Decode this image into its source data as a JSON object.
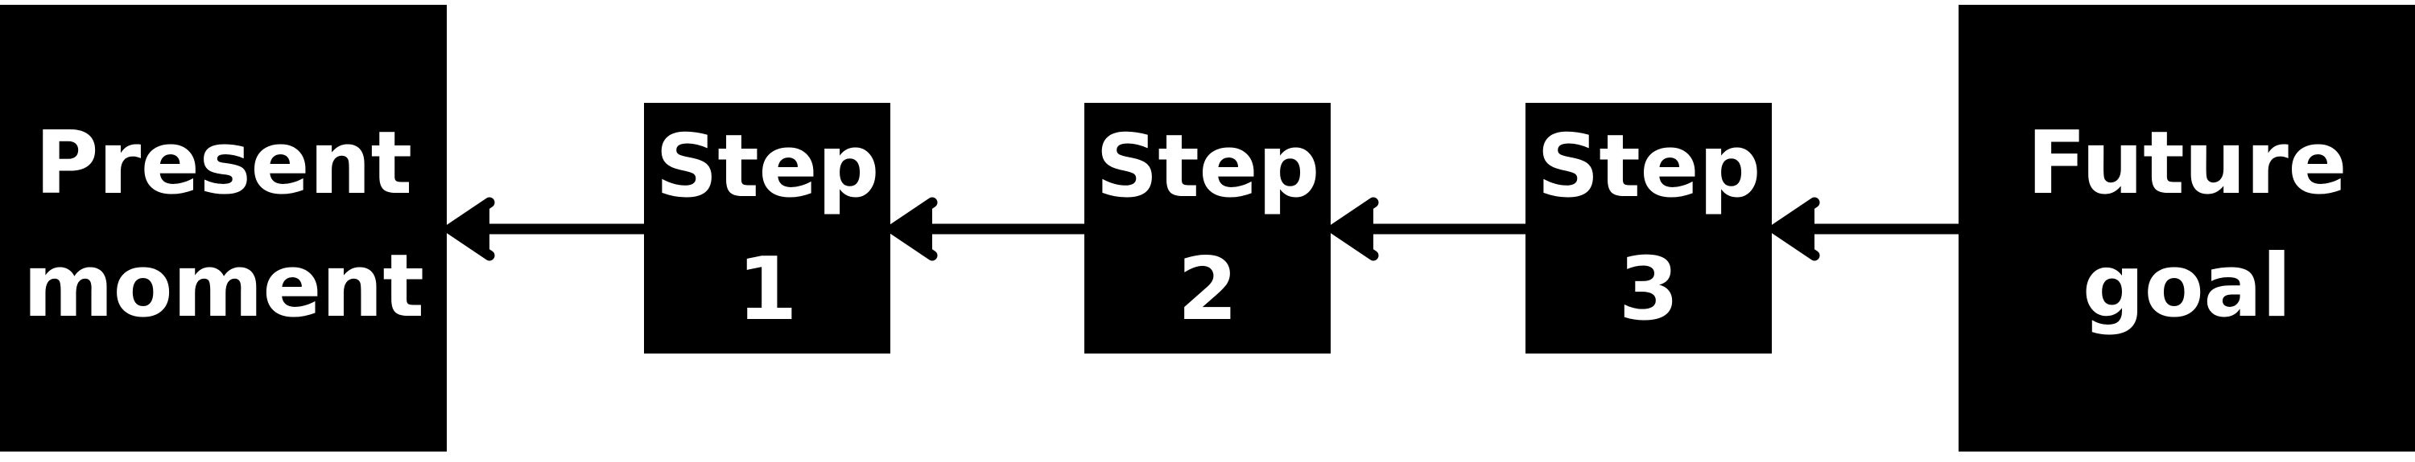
{
  "diagram": {
    "title": "Reverse goal planning timeline",
    "orientation": "right-to-left",
    "background_color": "#ffffff",
    "node_fill_color": "#000000",
    "node_text_color": "#ffffff",
    "arrow_color": "#000000"
  },
  "nodes": [
    {
      "id": "present-moment",
      "type": "terminal",
      "line1": "Present",
      "line2": "moment"
    },
    {
      "id": "step-1",
      "type": "step",
      "line1": "Step",
      "line2": "1"
    },
    {
      "id": "step-2",
      "type": "step",
      "line1": "Step",
      "line2": "2"
    },
    {
      "id": "step-3",
      "type": "step",
      "line1": "Step",
      "line2": "3"
    },
    {
      "id": "future-goal",
      "type": "terminal",
      "line1": "Future",
      "line2": "goal"
    }
  ],
  "connectors": [
    {
      "id": "arrow-step1-to-present",
      "from": "step-1",
      "to": "present-moment",
      "direction": "left"
    },
    {
      "id": "arrow-step2-to-step1",
      "from": "step-2",
      "to": "step-1",
      "direction": "left"
    },
    {
      "id": "arrow-step3-to-step2",
      "from": "step-3",
      "to": "step-2",
      "direction": "left"
    },
    {
      "id": "arrow-future-to-step3",
      "from": "future-goal",
      "to": "step-3",
      "direction": "left"
    }
  ]
}
